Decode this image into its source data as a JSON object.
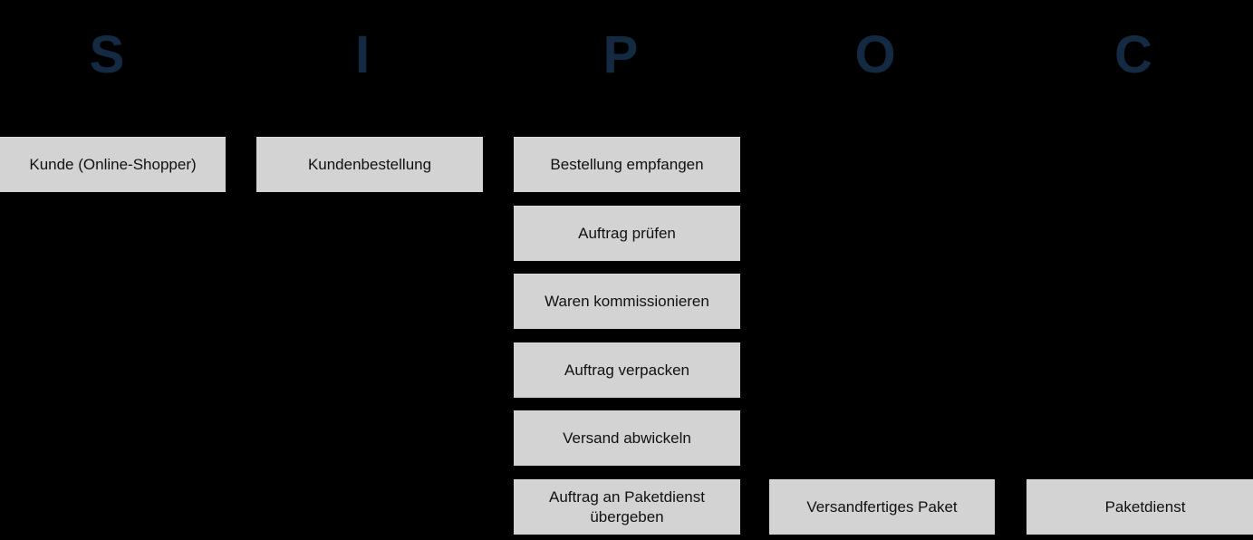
{
  "page": {
    "background_color": "#000000",
    "box_fill_color": "#d3d3d3",
    "box_text_color": "#111111",
    "letter_color": "#142a42"
  },
  "headers": [
    {
      "letter": "S",
      "column": "suppliers"
    },
    {
      "letter": "I",
      "column": "inputs"
    },
    {
      "letter": "P",
      "column": "process"
    },
    {
      "letter": "O",
      "column": "outputs"
    },
    {
      "letter": "C",
      "column": "customers"
    }
  ],
  "columns": {
    "suppliers": {
      "letter": "S",
      "boxes": [
        {
          "label": "Kunde (Online-Shopper)",
          "row": 0
        }
      ]
    },
    "inputs": {
      "letter": "I",
      "boxes": [
        {
          "label": "Kundenbestellung",
          "row": 0
        }
      ]
    },
    "process": {
      "letter": "P",
      "boxes": [
        {
          "label": "Bestellung empfangen",
          "row": 0
        },
        {
          "label": "Auftrag prüfen",
          "row": 1
        },
        {
          "label": "Waren kommissionieren",
          "row": 2
        },
        {
          "label": "Auftrag verpacken",
          "row": 3
        },
        {
          "label": "Versand abwickeln",
          "row": 4
        },
        {
          "label": "Auftrag an Paketdienst\nübergeben",
          "row": 5
        }
      ]
    },
    "outputs": {
      "letter": "O",
      "boxes": [
        {
          "label": "Versandfertiges Paket",
          "row": 5
        }
      ]
    },
    "customers": {
      "letter": "C",
      "boxes": [
        {
          "label": "Paketdienst",
          "row": 5
        }
      ]
    }
  }
}
